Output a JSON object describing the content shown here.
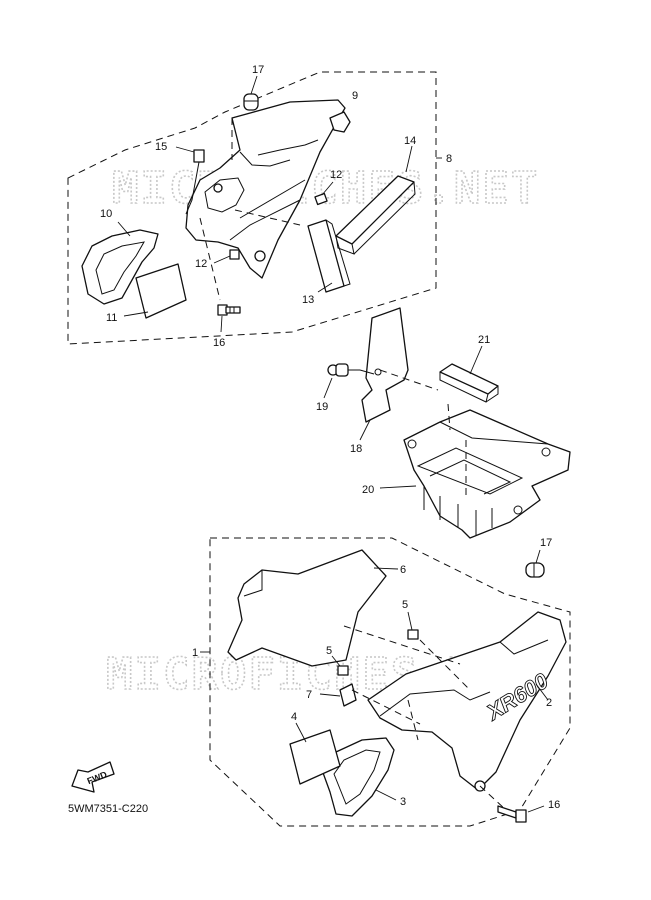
{
  "diagram_code": "5WM7351-C220",
  "watermark": "MICROFICHES.NET",
  "fwd_label": "FWD",
  "decal_text": "XR600",
  "callouts": {
    "c1": "1",
    "c2": "2",
    "c3": "3",
    "c4": "4",
    "c5a": "5",
    "c5b": "5",
    "c6": "6",
    "c7": "7",
    "c8": "8",
    "c9": "9",
    "c10": "10",
    "c11": "11",
    "c12a": "12",
    "c12b": "12",
    "c13": "13",
    "c14": "14",
    "c15": "15",
    "c16a": "16",
    "c16b": "16",
    "c17a": "17",
    "c17b": "17",
    "c18": "18",
    "c19": "19",
    "c20": "20",
    "c21": "21"
  }
}
